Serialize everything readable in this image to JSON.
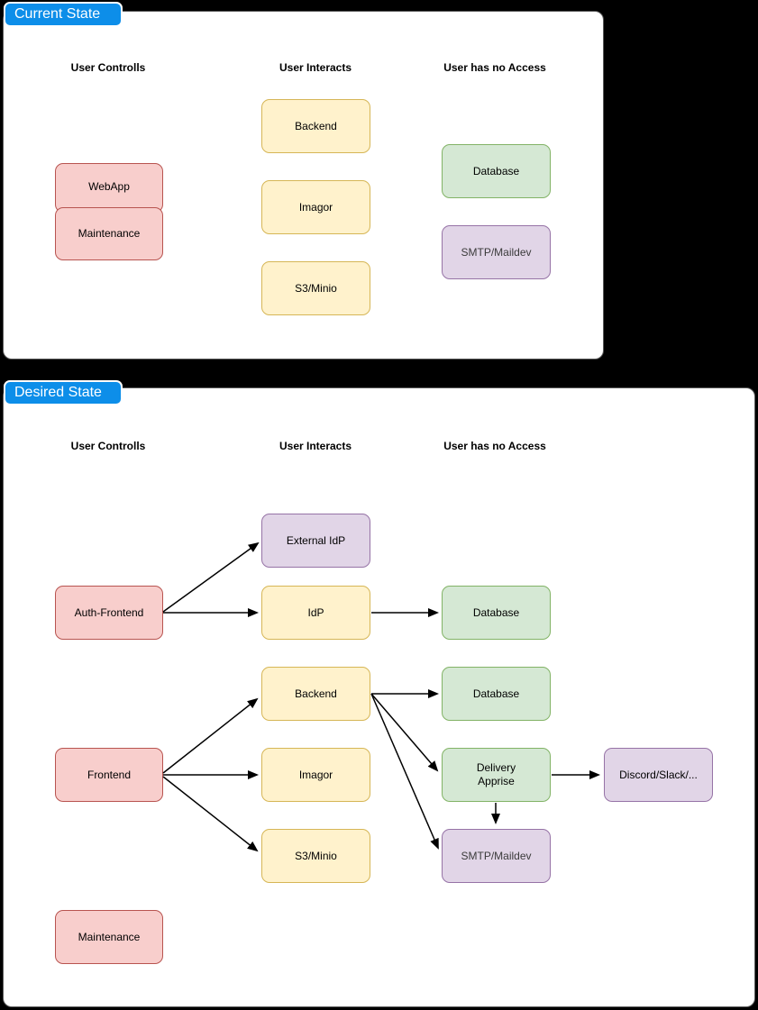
{
  "canvas": {
    "background": "#000000"
  },
  "colors": {
    "tab_blue": "#0d8ee9",
    "pink_fill": "#F8CECC",
    "pink_stroke": "#B85450",
    "yellow_fill": "#FFF2CC",
    "yellow_stroke": "#D6B656",
    "green_fill": "#D5E8D4",
    "green_stroke": "#82B366",
    "purple_fill": "#E1D5E7",
    "purple_stroke": "#9673A6"
  },
  "current_state": {
    "tab": "Current State",
    "columns": {
      "controls": "User Controlls",
      "interacts": "User Interacts",
      "no_access": "User has no Access"
    },
    "nodes": {
      "webapp": "WebApp",
      "maintenance": "Maintenance",
      "backend": "Backend",
      "imagor": "Imagor",
      "s3minio": "S3/Minio",
      "database": "Database",
      "smtp": "SMTP/Maildev"
    }
  },
  "desired_state": {
    "tab": "Desired State",
    "columns": {
      "controls": "User Controlls",
      "interacts": "User Interacts",
      "no_access": "User has no Access"
    },
    "nodes": {
      "auth_frontend": "Auth-Frontend",
      "external_idp": "External IdP",
      "idp": "IdP",
      "database_idp": "Database",
      "backend": "Backend",
      "database_backend": "Database",
      "frontend": "Frontend",
      "imagor": "Imagor",
      "delivery_apprise": "Delivery\nApprise",
      "discord": "Discord/Slack/...",
      "s3minio": "S3/Minio",
      "smtp": "SMTP/Maildev",
      "maintenance": "Maintenance"
    }
  }
}
